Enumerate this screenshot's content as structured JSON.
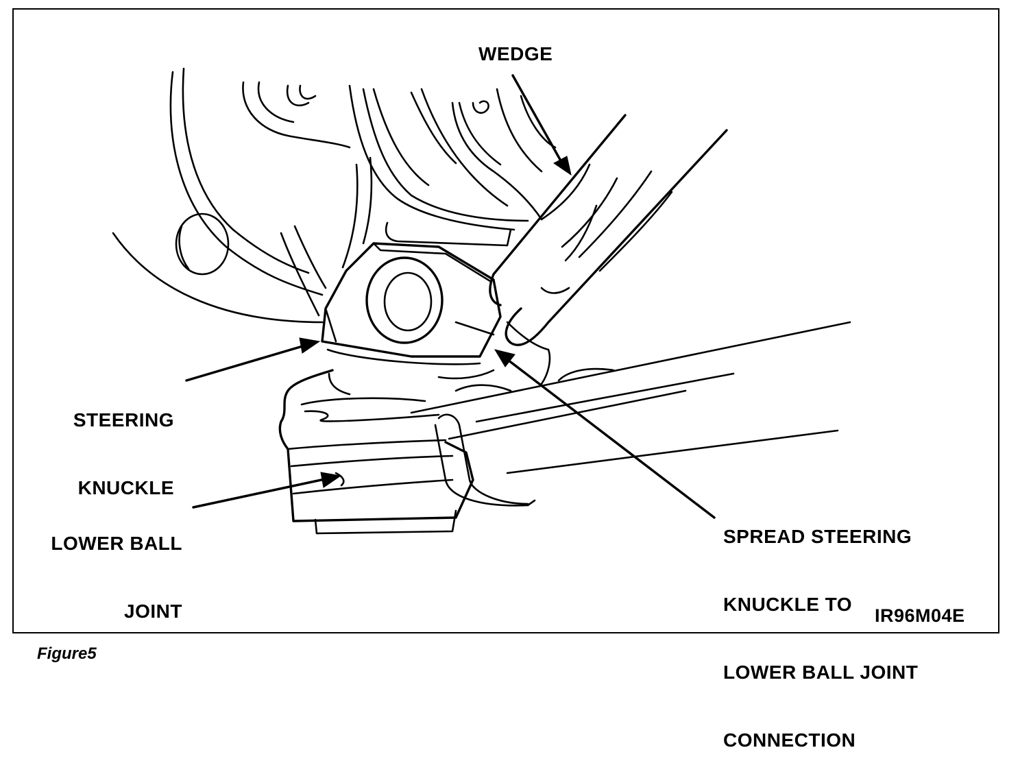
{
  "labels": {
    "wedge": "WEDGE",
    "steering_knuckle": [
      "STEERING",
      "KNUCKLE"
    ],
    "lower_ball_joint": [
      "LOWER BALL",
      "JOINT"
    ],
    "spread_note": [
      "SPREAD STEERING",
      "KNUCKLE TO",
      "LOWER BALL JOINT",
      "CONNECTION"
    ],
    "figure_code": "IR96M04E"
  },
  "caption": "Figure5"
}
